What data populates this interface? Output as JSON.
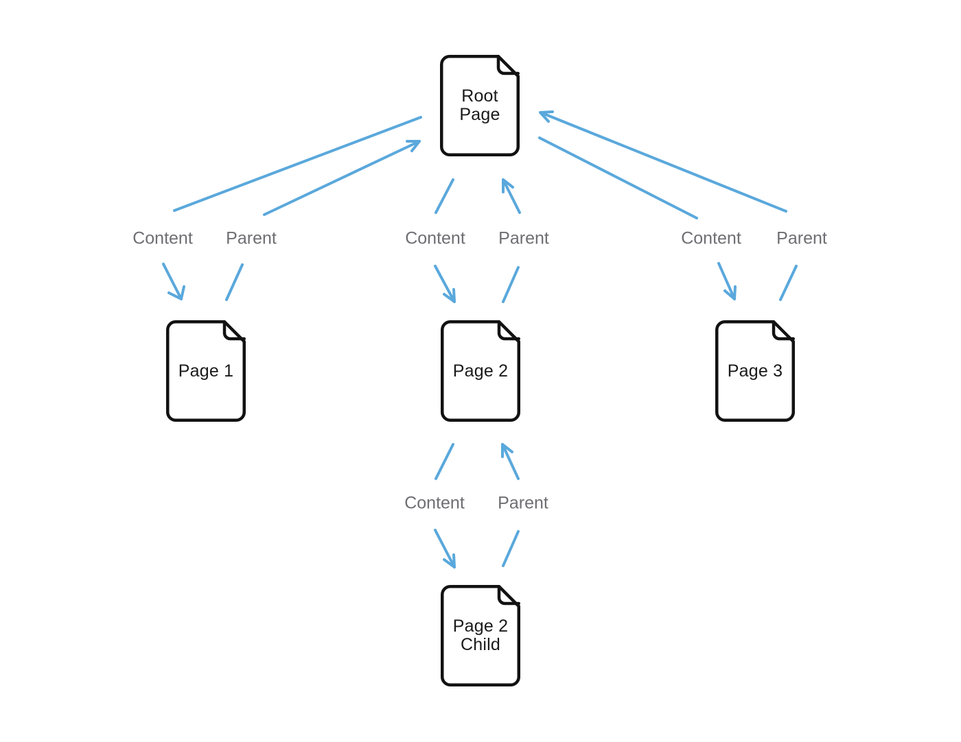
{
  "colors": {
    "arrow": "#5AA8DC",
    "node_stroke": "#121212",
    "node_text": "#1A1A1A",
    "edge_label_text": "#6E6E73",
    "background": "#FFFFFF"
  },
  "nodes": {
    "root": {
      "name": "Root Page",
      "line1": "Root",
      "line2": "Page"
    },
    "page1": {
      "name": "Page 1",
      "line1": "Page 1"
    },
    "page2": {
      "name": "Page 2",
      "line1": "Page 2"
    },
    "page3": {
      "name": "Page 3",
      "line1": "Page 3"
    },
    "page2_child": {
      "name": "Page 2 Child",
      "line1": "Page 2",
      "line2": "Child"
    }
  },
  "connections": {
    "root_page1": {
      "from": "Root Page",
      "to": "Page 1",
      "content_label": "Content",
      "parent_label": "Parent"
    },
    "root_page2": {
      "from": "Root Page",
      "to": "Page 2",
      "content_label": "Content",
      "parent_label": "Parent"
    },
    "root_page3": {
      "from": "Root Page",
      "to": "Page 3",
      "content_label": "Content",
      "parent_label": "Parent"
    },
    "page2_page2_child": {
      "from": "Page 2",
      "to": "Page 2 Child",
      "content_label": "Content",
      "parent_label": "Parent"
    }
  }
}
